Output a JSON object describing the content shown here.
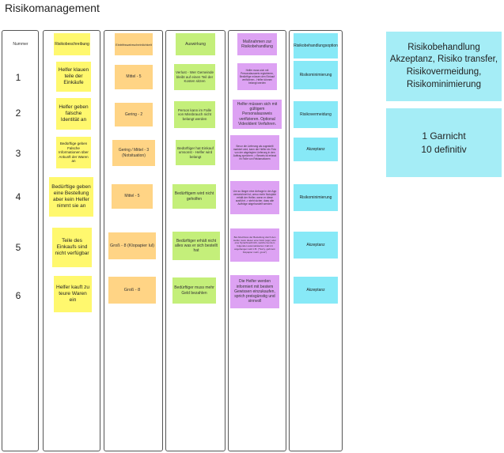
{
  "title": "Risikomanagement",
  "headers": {
    "nummer": "Nummer",
    "beschreibung": "Risikobeschreibung",
    "eintritt": "Eintrittswahrscheinlichkeit",
    "auswirkung": "Auswirkung",
    "massnahmen": "Maßnahmen zur Risikobehandlung",
    "option": "Risikobehandlungsoption"
  },
  "rows": [
    {
      "nummer": "1",
      "beschreibung": "Helfer klauen teile der Einkäufe",
      "eintritt": "Mittel - 5",
      "auswirkung": "Verlust - Wer Gemeinde bleibt auf einen Teil der Kosten sitzen",
      "massnahmen": "Helfer muss sich mit Personalausweis registrieren, Bedürftige müssen den Einkauf verifizieren - Helfer können belangt werden",
      "option": "Risikominimierung"
    },
    {
      "nummer": "2",
      "beschreibung": "Helfer geben falsche Identität an",
      "eintritt": "Gering - 2",
      "auswirkung": "Person kann im Falle von Missbrauch nicht belangt werden",
      "massnahmen": "Helfer müssen sich mit gültigem Personalausweis verifizieren. Optional Videoldent Verfahren.",
      "option": "Risikovermeidung"
    },
    {
      "nummer": "3",
      "beschreibung": "Bedürftige geben Falsche Informationen über Ankunft der Waren an",
      "eintritt": "Gering / Mittel - 3 (Notsituation)",
      "auswirkung": "Bedürftiger hat Einkauf umsonst - Helfer wird belangt",
      "massnahmen": "Bevor die Lieferung als zugestellt markiert wird, kann der Helfer ein Foto von der abgelegten Lieferung in den Auftrag speichern -> Beweis ist erfasst im Falle von Reklamationen",
      "option": "Akzeptanz"
    },
    {
      "nummer": "4",
      "beschreibung": "Bedürftige geben eine Bestellung aber kein Helfer nimmt sie an",
      "eintritt": "Mittel - 5",
      "auswirkung": "Bedürftigem wird nicht geholfen",
      "massnahmen": "Um so länger eine Anfrage in der App verweichnet ist, umso mehr Nutzpkte erhält der Helfer, wenn er diese ausführt -> steht sicher, dass alle Aufträge abgehandelt werden",
      "option": "Risikominimierung"
    },
    {
      "nummer": "5",
      "beschreibung": "Teile des Einkaufs sind nicht verfügbar",
      "eintritt": "Groß - 8 (Klopapier lul)",
      "auswirkung": "Bedürftiger erhält nicht alles was er sich bestellt hat",
      "massnahmen": "Bei Abschluss der Bestellung durch den Helfer, kann dieser eine Notiz (app) oder eine Sprachnachricht, welche bei dem folgenden automatisierten Call mit angehangen wird z.B. (\"Sorry, gab kein Klopapier mehr, grosi\")",
      "option": "Akzeptanz"
    },
    {
      "nummer": "6",
      "beschreibung": "Helfer kauft zu teure Waren ein",
      "eintritt": "Groß - 8",
      "auswirkung": "Bedürftiger muss mehr Geld bezahlen",
      "massnahmen": "Die Helfer werden informiert mit bestem Gewissen einzukaufen, sprich preisgünstig und sinnvoll",
      "option": "Akzeptanz"
    }
  ],
  "legend_options": "Risikobehandlung Akzeptanz, Risiko transfer, Risikovermeidung, Risikominimierung",
  "legend_scale": [
    "1 Garnicht",
    "10 definitiv"
  ],
  "colors": {
    "beschreibung": "#fff86e",
    "eintritt": "#ffd485",
    "auswirkung": "#c4ef7a",
    "massnahmen": "#dda2f3",
    "option": "#87e9f7"
  }
}
